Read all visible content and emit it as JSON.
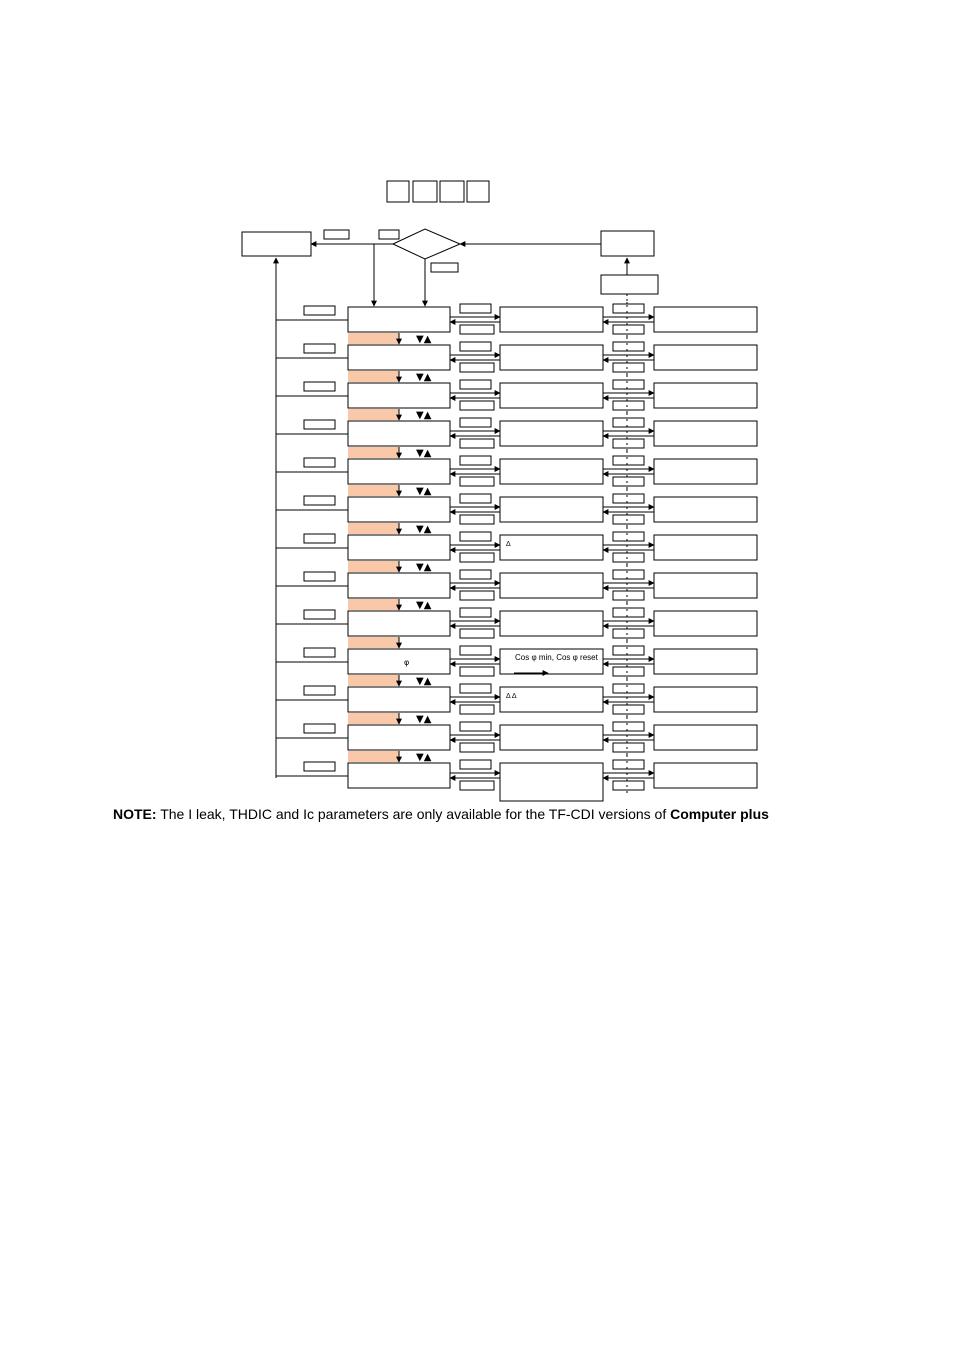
{
  "diagram": {
    "row_count": 13,
    "down_arrows_rows": [
      0,
      1,
      2,
      3,
      4,
      5,
      6,
      7,
      9,
      10,
      11
    ],
    "col2_labels": {
      "6": "Δ",
      "9": "Cos φ min, Cos φ reset",
      "10": "Δ            Δ"
    },
    "col1_labels": {
      "9": "φ"
    },
    "colors": {
      "stroke": "#000000",
      "highlight": "#f8c8a8"
    }
  },
  "note": {
    "label": "NOTE:",
    "text": " The I leak, THDIC and Ic parameters are only available for the TF-CDI versions of ",
    "product": "Computer plus"
  }
}
